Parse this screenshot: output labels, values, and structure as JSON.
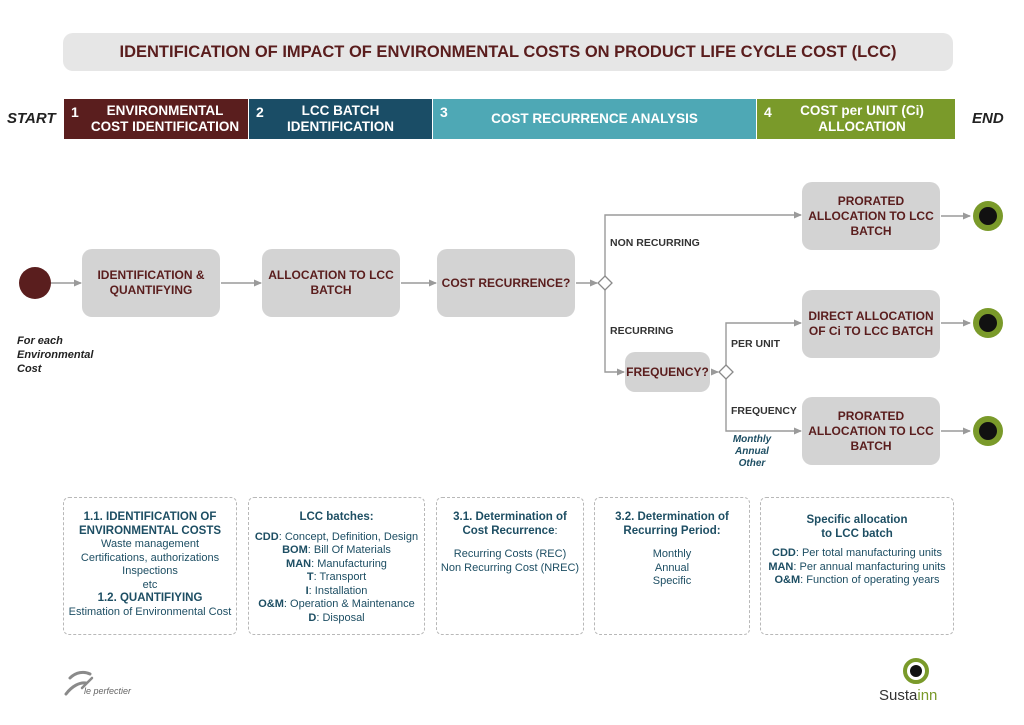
{
  "title": "IDENTIFICATION OF IMPACT OF ENVIRONMENTAL COSTS ON PRODUCT LIFE CYCLE COST (LCC)",
  "start_label": "START",
  "end_label": "END",
  "phases": [
    {
      "num": "1",
      "label": "ENVIRONMENTAL COST IDENTIFICATION",
      "color": "#5a1e1e"
    },
    {
      "num": "2",
      "label": "LCC BATCH IDENTIFICATION",
      "color": "#1a4d66"
    },
    {
      "num": "3",
      "label": "COST RECURRENCE ANALYSIS",
      "color": "#4ea8b5"
    },
    {
      "num": "4",
      "label": "COST per UNIT (Ci) ALLOCATION",
      "color": "#7a9a2a"
    }
  ],
  "nodes": {
    "identification": "IDENTIFICATION & QUANTIFYING",
    "allocation_batch": "ALLOCATION TO LCC BATCH",
    "cost_recurrence": "COST RECURRENCE?",
    "frequency": "FREQUENCY?",
    "prorated_top": "PRORATED ALLOCATION TO LCC BATCH",
    "direct_allocation": "DIRECT ALLOCATION OF Ci TO LCC BATCH",
    "prorated_bottom": "PRORATED ALLOCATION TO LCC BATCH"
  },
  "edge_labels": {
    "non_recurring": "NON RECURRING",
    "recurring": "RECURRING",
    "per_unit": "PER UNIT",
    "frequency": "FREQUENCY"
  },
  "notes": {
    "for_each": [
      "For each",
      "Environmental",
      "Cost"
    ],
    "frequency_options": [
      "Monthly",
      "Annual",
      "Other"
    ]
  },
  "boxes": {
    "box1": {
      "heading": [
        "1.1. IDENTIFICATION OF",
        "ENVIRONMENTAL COSTS"
      ],
      "items": [
        "Waste management",
        "Certifications, authorizations",
        "Inspections",
        "etc"
      ],
      "heading2": "1.2. QUANTIFIYING",
      "item2": "Estimation of Environmental Cost"
    },
    "box2": {
      "heading": "LCC batches:",
      "rows": [
        {
          "code": "CDD",
          "text": ": Concept, Definition, Design"
        },
        {
          "code": "BOM",
          "text": ": Bill Of Materials"
        },
        {
          "code": "MAN",
          "text": ": Manufacturing"
        },
        {
          "code": "T",
          "text": ": Transport"
        },
        {
          "code": "I",
          "text": ": Installation"
        },
        {
          "code": "O&M",
          "text": ": Operation & Maintenance"
        },
        {
          "code": "D",
          "text": ": Disposal"
        }
      ]
    },
    "box3": {
      "heading1": "3.1. Determination of",
      "heading2": "Cost Recurrence",
      "heading2_suffix": ":",
      "items": [
        "Recurring Costs (REC)",
        "Non Recurring Cost (NREC)"
      ]
    },
    "box4": {
      "heading": [
        "3.2. Determination of",
        "Recurring Period:"
      ],
      "items": [
        "Monthly",
        "Annual",
        "Specific"
      ]
    },
    "box5": {
      "heading": [
        "Specific allocation",
        "to LCC batch"
      ],
      "rows": [
        {
          "code": "CDD",
          "text": ": Per total manufacturing units"
        },
        {
          "code": "MAN",
          "text": ": Per annual manfacturing units"
        },
        {
          "code": "O&M",
          "text": ": Function of operating years"
        }
      ]
    }
  },
  "footer": {
    "left_logo": "le perfectier",
    "right_logo_a": "Susta",
    "right_logo_b": "inn"
  },
  "colors": {
    "title_text": "#5a1d1d",
    "node_fill": "#d3d3d3",
    "start_node": "#5a1e1e",
    "end_ring": "#7a9a2a",
    "box_text": "#1d4e63"
  }
}
